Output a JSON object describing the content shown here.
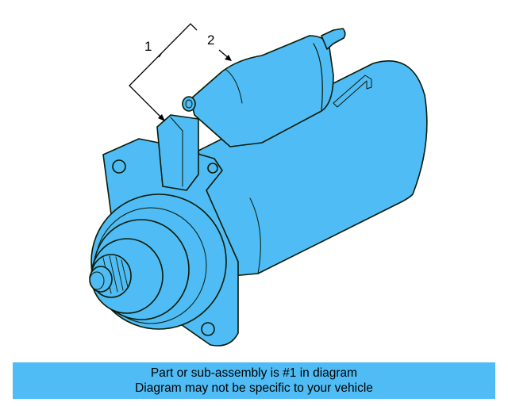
{
  "diagram": {
    "subject": "starter-motor",
    "fill_color": "#4fbcf5",
    "outline_color": "#0a1a05",
    "callouts": [
      {
        "id": "1",
        "label": "1"
      },
      {
        "id": "2",
        "label": "2"
      }
    ]
  },
  "banner": {
    "line1": "Part or sub-assembly is #1 in diagram",
    "line2": "Diagram may not be specific to your vehicle",
    "background": "#4fbcf5"
  }
}
